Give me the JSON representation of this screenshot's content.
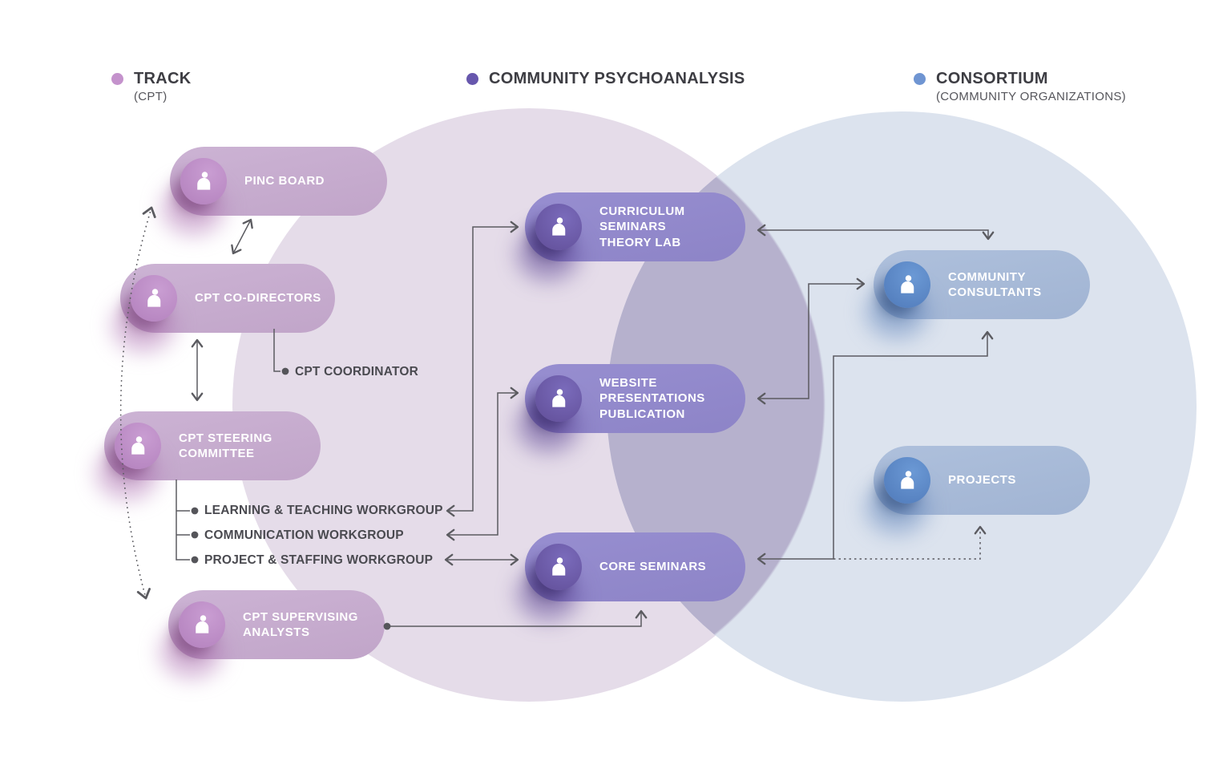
{
  "legend": {
    "items": [
      {
        "label": "TRACK",
        "sublabel": "(CPT)",
        "dot_color": "#c492cc"
      },
      {
        "label": "COMMUNITY PSYCHOANALYSIS",
        "sublabel": "",
        "dot_color": "#6757ad"
      },
      {
        "label": "CONSORTIUM",
        "sublabel": "(COMMUNITY ORGANIZATIONS)",
        "dot_color": "#6f95d2"
      }
    ]
  },
  "nodes": {
    "pinc_board": {
      "label": "PINC BOARD",
      "group": "track"
    },
    "cpt_co_directors": {
      "label": "CPT CO-DIRECTORS",
      "group": "track"
    },
    "cpt_steering_committee": {
      "label": "CPT STEERING\nCOMMITTEE",
      "group": "track"
    },
    "cpt_supervising_analysts": {
      "label": "CPT SUPERVISING\nANALYSTS",
      "group": "track"
    },
    "curriculum_seminars_theory_lab": {
      "label": "CURRICULUM\nSEMINARS\nTHEORY LAB",
      "group": "community-psychoanalysis"
    },
    "website_presentations_publication": {
      "label": "WEBSITE\nPRESENTATIONS\nPUBLICATION",
      "group": "community-psychoanalysis"
    },
    "core_seminars": {
      "label": "CORE SEMINARS",
      "group": "community-psychoanalysis"
    },
    "community_consultants": {
      "label": "COMMUNITY\nCONSULTANTS",
      "group": "consortium"
    },
    "projects": {
      "label": "PROJECTS",
      "group": "consortium"
    }
  },
  "annotations": {
    "cpt_coordinator": "CPT COORDINATOR",
    "workgroups": [
      {
        "label": "LEARNING & TEACHING WORKGROUP"
      },
      {
        "label": "COMMUNICATION WORKGROUP"
      },
      {
        "label": "PROJECT & STAFFING WORKGROUP"
      }
    ]
  },
  "colors": {
    "track_pill": "#c6accd",
    "track_avatar": "#bc8ec6",
    "psychoanalysis_pill": "#938bcc",
    "psychoanalysis_avatar": "#6b59a8",
    "consortium_pill": "#a8bbd8",
    "consortium_avatar": "#5e8cca",
    "venn_left": "#e5dce9",
    "venn_right": "#dce3ee",
    "venn_overlap": "#b6b1cd",
    "connector_line": "#5b5b60",
    "text_dark": "#3d3d43",
    "text_medium": "#4a4a50"
  }
}
